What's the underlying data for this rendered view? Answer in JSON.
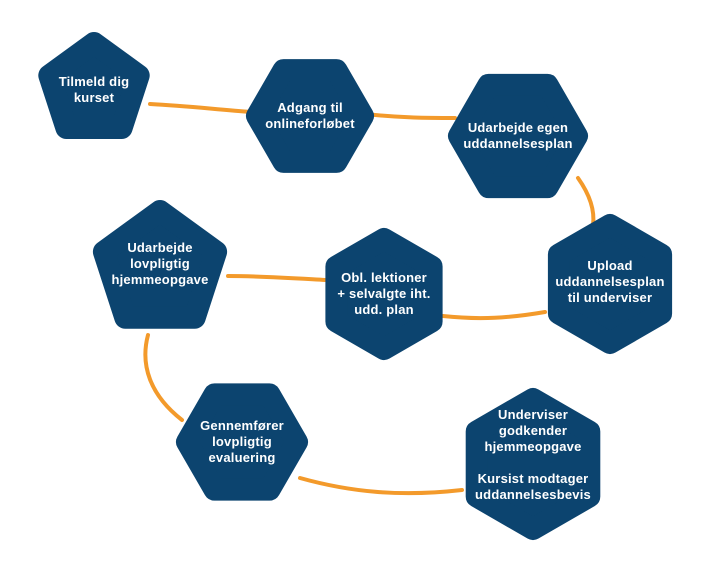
{
  "steps": [
    {
      "id": "step-1",
      "lines": [
        "Tilmeld dig",
        "kurset"
      ]
    },
    {
      "id": "step-2",
      "lines": [
        "Adgang til",
        "onlineforløbet"
      ]
    },
    {
      "id": "step-3",
      "lines": [
        "Udarbejde egen",
        "uddannelsesplan"
      ]
    },
    {
      "id": "step-4",
      "lines": [
        "Upload",
        "uddannelsesplan",
        "til underviser"
      ]
    },
    {
      "id": "step-5",
      "lines": [
        "Obl. lektioner",
        "+ selvalgte iht.",
        "udd. plan"
      ]
    },
    {
      "id": "step-6",
      "lines": [
        "Udarbejde",
        "lovpligtig",
        "hjemmeopgave"
      ]
    },
    {
      "id": "step-7",
      "lines": [
        "Gennemfører",
        "lovpligtig",
        "evaluering"
      ]
    },
    {
      "id": "step-8",
      "lines": [
        "Underviser",
        "godkender",
        "hjemmeopgave",
        "",
        "Kursist modtager",
        "uddannelsesbevis"
      ]
    }
  ],
  "colors": {
    "node_fill": "#0c446f",
    "connector": "#f39a2b",
    "node_text": "#ffffff"
  }
}
